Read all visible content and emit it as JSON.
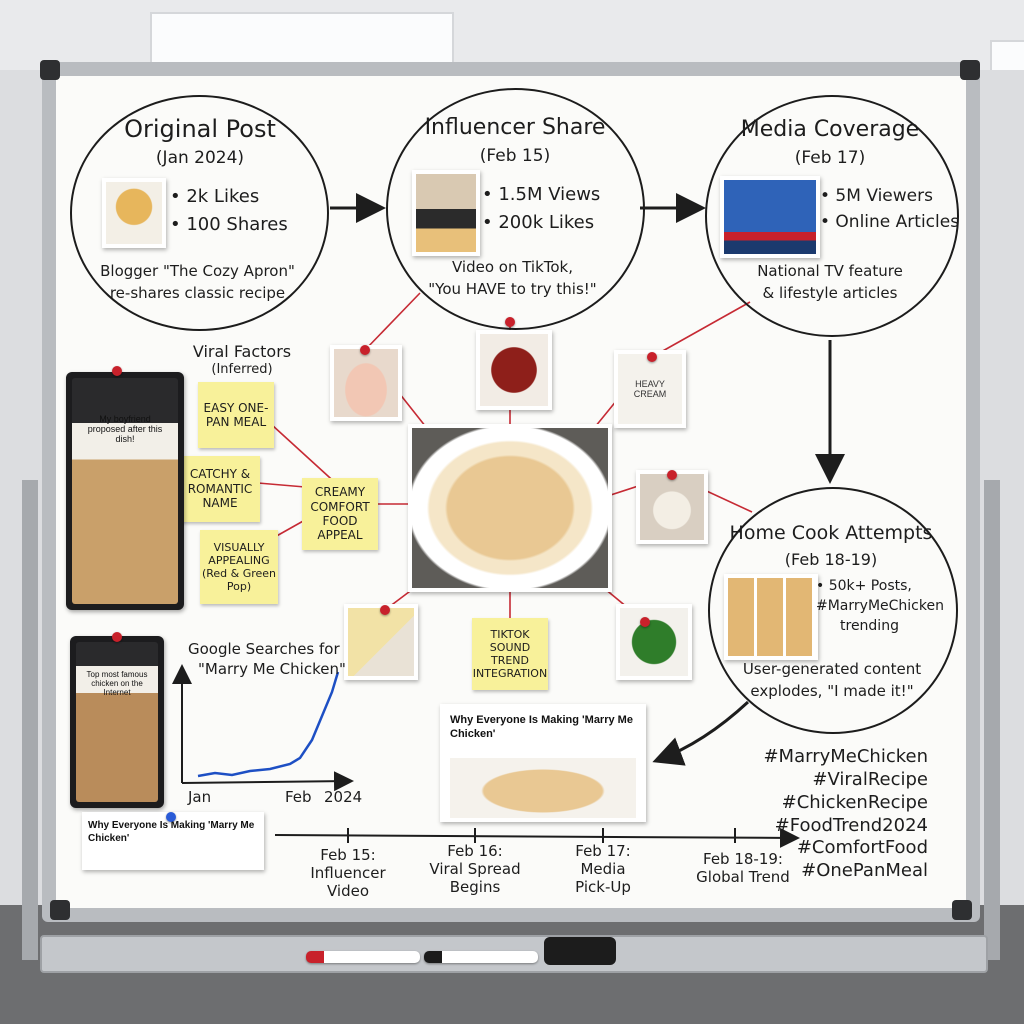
{
  "stage1": {
    "title": "Original Post",
    "date": "(Jan 2024)",
    "stats": [
      "• 2k Likes",
      "• 100 Shares"
    ],
    "caption1": "Blogger \"The Cozy Apron\"",
    "caption2": "re-shares classic recipe"
  },
  "stage2": {
    "title": "Influencer Share",
    "date": "(Feb 15)",
    "stats": [
      "• 1.5M Views",
      "• 200k Likes"
    ],
    "caption1": "Video on TikTok,",
    "caption2": "\"You HAVE to try this!\""
  },
  "stage3": {
    "title": "Media Coverage",
    "date": "(Feb 17)",
    "stats": [
      "• 5M Viewers",
      "• Online Articles"
    ],
    "caption1": "National TV feature",
    "caption2": "& lifestyle articles"
  },
  "stage4": {
    "title": "Home Cook Attempts",
    "date": "(Feb 18-19)",
    "stats": [
      "• 50k+ Posts,",
      "#MarryMeChicken",
      "trending"
    ],
    "caption1": "User-generated content",
    "caption2": "explodes, \"I made it!\""
  },
  "viral_factors": {
    "heading": "Viral Factors",
    "sub": "(Inferred)",
    "notes": [
      "EASY ONE-PAN MEAL",
      "CATCHY & ROMANTIC NAME",
      "VISUALLY APPEALING (Red & Green Pop)",
      "CREAMY COMFORT FOOD APPEAL",
      "TIKTOK SOUND TREND INTEGRATION"
    ]
  },
  "ingredient_labels": {
    "cream": "HEAVY CREAM"
  },
  "phones": {
    "top": "My boyfriend proposed after this dish!",
    "bottom": "Top most famous chicken on the Internet"
  },
  "searches": {
    "title1": "Google Searches for",
    "title2": "\"Marry Me Chicken\"",
    "x_labels": [
      "Jan",
      "Feb",
      "2024"
    ]
  },
  "articles": {
    "headline": "Why Everyone Is Making 'Marry Me Chicken'"
  },
  "timeline": [
    {
      "l1": "Feb 15:",
      "l2": "Influencer",
      "l3": "Video"
    },
    {
      "l1": "Feb 16:",
      "l2": "Viral Spread",
      "l3": "Begins"
    },
    {
      "l1": "Feb 17:",
      "l2": "Media",
      "l3": "Pick-Up"
    },
    {
      "l1": "Feb 18-19:",
      "l2": "Global Trend",
      "l3": ""
    }
  ],
  "hashtags": [
    "#MarryMeChicken",
    "#ViralRecipe",
    "#ChickenRecipe",
    "#FoodTrend2024",
    "#ComfortFood",
    "#OnePanMeal"
  ],
  "colors": {
    "sticky": "#f8f19a",
    "pin": "#c8212b",
    "string": "#c62a34",
    "trend_line": "#1d4fc4"
  }
}
